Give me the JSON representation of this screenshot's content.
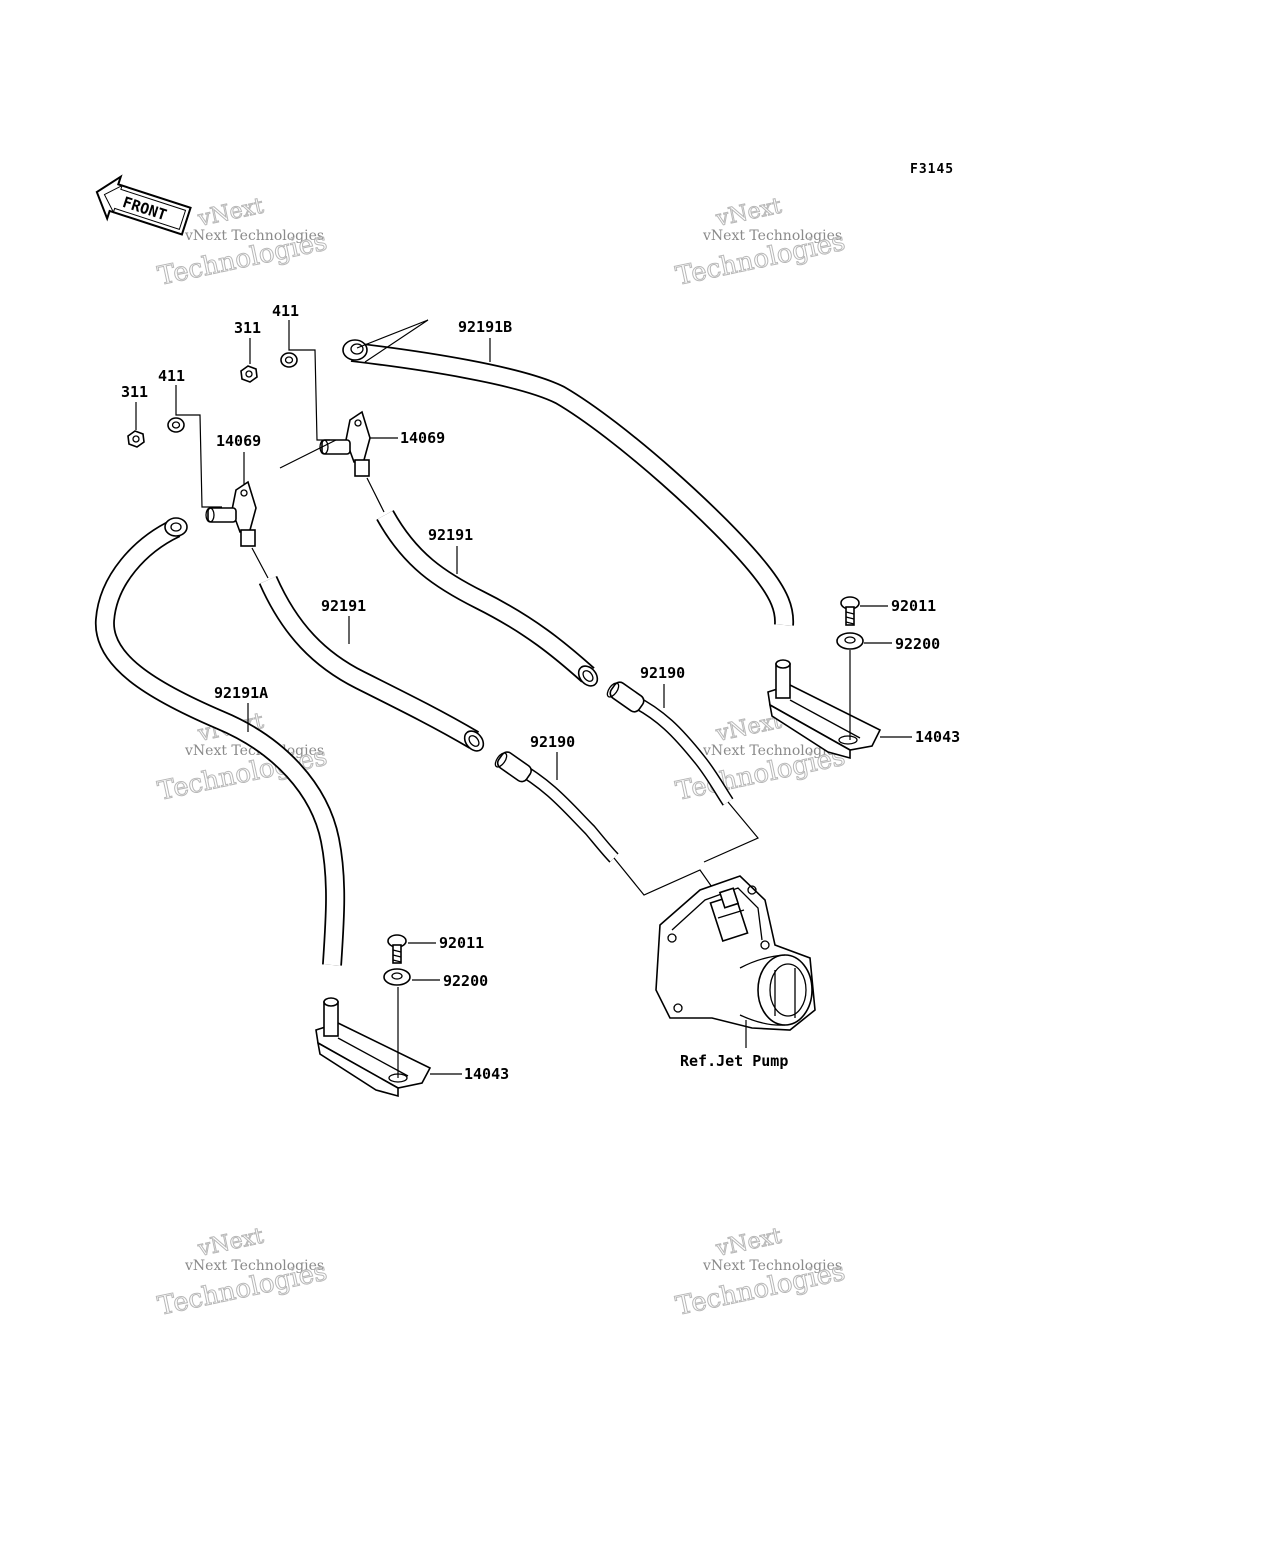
{
  "diagram": {
    "code": "F3145",
    "front_label": "FRONT",
    "watermark_line1": "vNext Technologies",
    "watermark_line2": "vNext",
    "watermark_line3": "Technologies",
    "callouts": {
      "nut_left": "311",
      "washer_left": "411",
      "nut_right": "311",
      "washer_right": "411",
      "fitting_left": "14069",
      "fitting_right": "14069",
      "hose_b": "92191B",
      "hose_upper": "92191",
      "hose_lower": "92191",
      "hose_a": "92191A",
      "hose_small_right": "92190",
      "hose_small_left": "92190",
      "bolt_right": "92011",
      "washer_plate_right": "92200",
      "bracket_right": "14043",
      "bolt_left": "92011",
      "washer_plate_left": "92200",
      "bracket_left": "14043",
      "ref": "Ref.Jet Pump"
    }
  }
}
